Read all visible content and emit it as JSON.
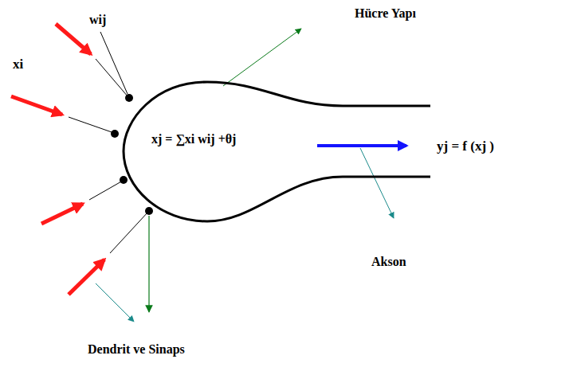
{
  "diagram": {
    "nodes": [
      {
        "text": [
          "xj = ∑xi wij +θj"
        ]
      }
    ],
    "labels": [
      "xi",
      "wij",
      "Hücre Yapı",
      "yj = f (xj )",
      "Akson",
      "Dendrit ve Sinaps"
    ]
  }
}
